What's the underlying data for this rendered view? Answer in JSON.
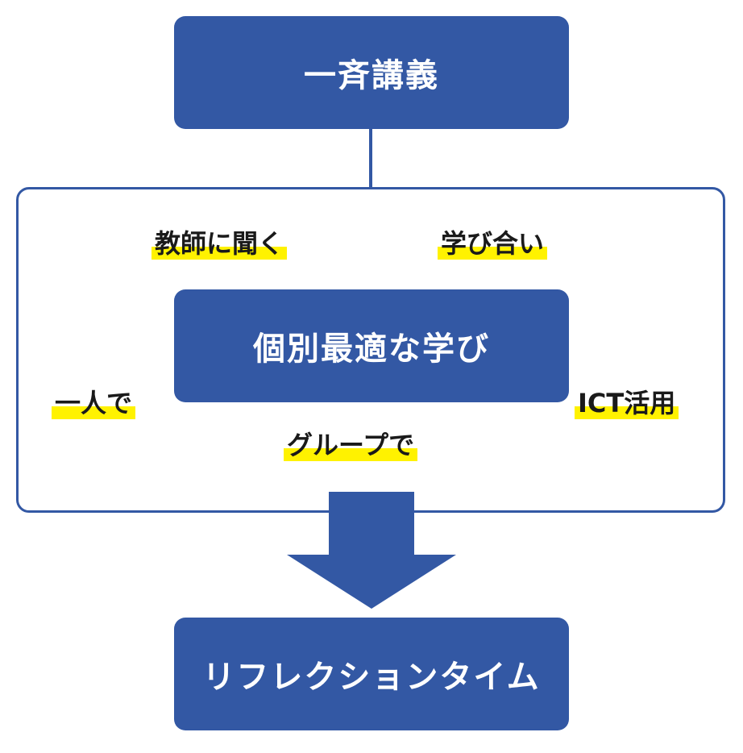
{
  "diagram": {
    "top_box": "一斉講義",
    "center_box": "個別最適な学び",
    "bottom_box": "リフレクションタイム",
    "tags": {
      "ask_teacher": "教師に聞く",
      "learn_together": "学び合い",
      "alone": "一人で",
      "ict": "ICT活用",
      "group": "グループで"
    }
  },
  "colors": {
    "box": "#3358a4",
    "highlight": "#fff200",
    "text_dark": "#1a1a1a",
    "text_light": "#ffffff"
  }
}
